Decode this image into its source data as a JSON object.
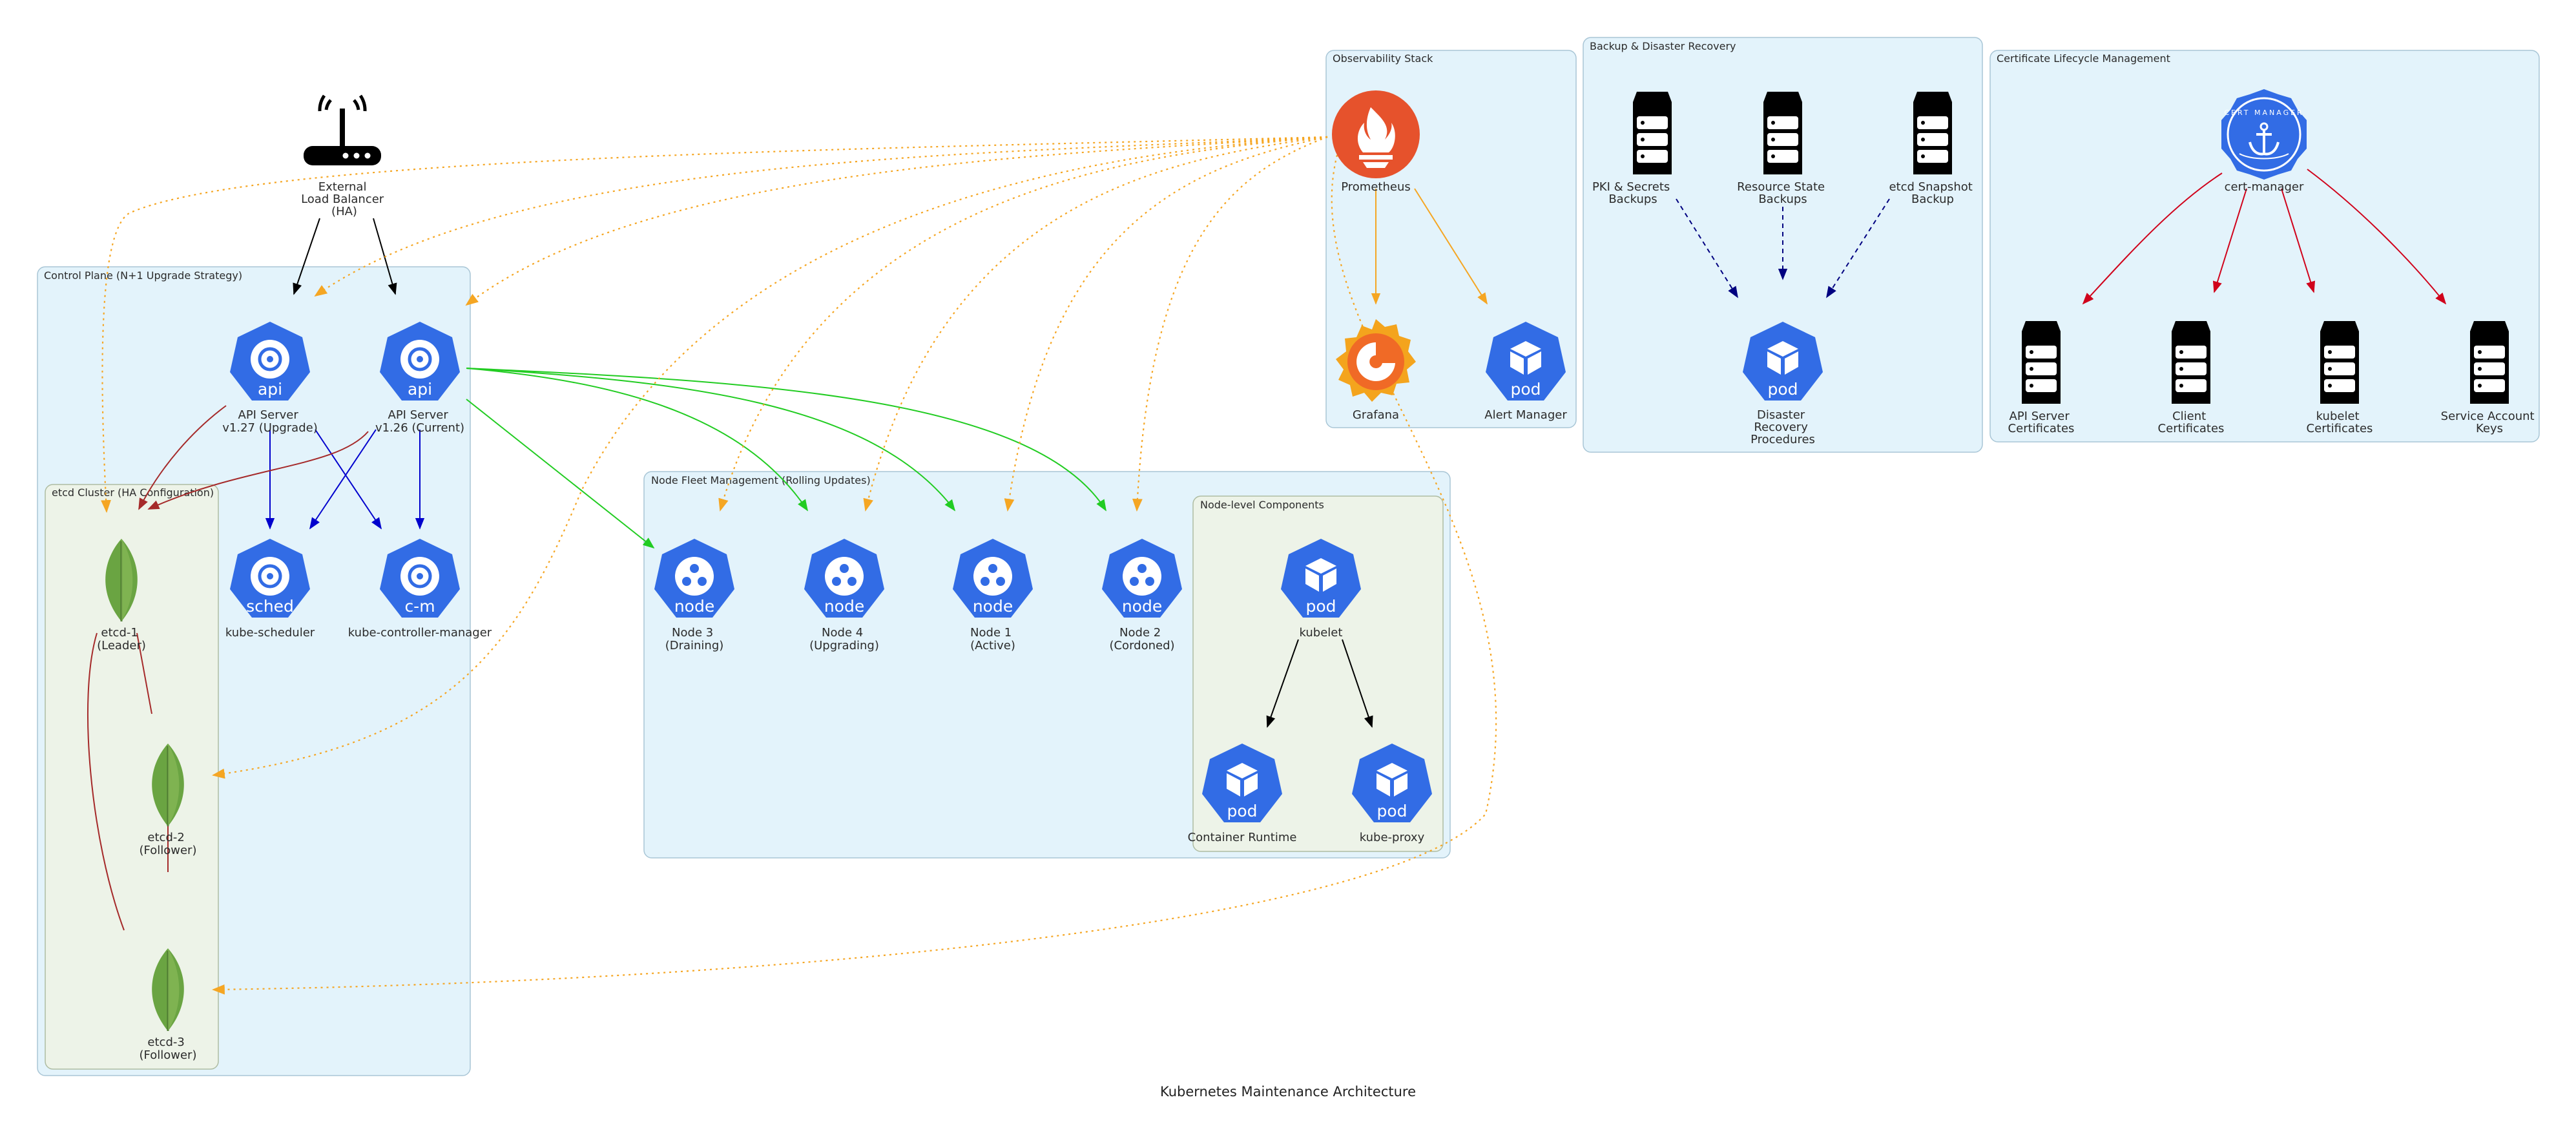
{
  "title": "Kubernetes Maintenance Architecture",
  "clusters": {
    "control_plane": "Control Plane (N+1 Upgrade Strategy)",
    "etcd": "etcd Cluster (HA Configuration)",
    "node_fleet": "Node Fleet Management (Rolling Updates)",
    "node_components": "Node-level Components",
    "observability": "Observability Stack",
    "backup": "Backup & Disaster Recovery",
    "certs": "Certificate Lifecycle Management"
  },
  "nodes": {
    "lb": {
      "lines": [
        "External",
        "Load Balancer",
        "(HA)"
      ]
    },
    "api_new": {
      "lines": [
        "API Server",
        "v1.27 (Upgrade)"
      ],
      "badge": "api"
    },
    "api_cur": {
      "lines": [
        "API Server",
        "v1.26 (Current)"
      ],
      "badge": "api"
    },
    "scheduler": {
      "lines": [
        "kube-scheduler"
      ],
      "badge": "sched"
    },
    "cm": {
      "lines": [
        "kube-controller-manager"
      ],
      "badge": "c-m"
    },
    "etcd1": {
      "lines": [
        "etcd-1",
        "(Leader)"
      ]
    },
    "etcd2": {
      "lines": [
        "etcd-2",
        "(Follower)"
      ]
    },
    "etcd3": {
      "lines": [
        "etcd-3",
        "(Follower)"
      ]
    },
    "node3": {
      "lines": [
        "Node 3",
        "(Draining)"
      ],
      "badge": "node"
    },
    "node4": {
      "lines": [
        "Node 4",
        "(Upgrading)"
      ],
      "badge": "node"
    },
    "node1": {
      "lines": [
        "Node 1",
        "(Active)"
      ],
      "badge": "node"
    },
    "node2": {
      "lines": [
        "Node 2",
        "(Cordoned)"
      ],
      "badge": "node"
    },
    "kubelet": {
      "lines": [
        "kubelet"
      ],
      "badge": "pod"
    },
    "runtime": {
      "lines": [
        "Container Runtime"
      ],
      "badge": "pod"
    },
    "proxy": {
      "lines": [
        "kube-proxy"
      ],
      "badge": "pod"
    },
    "prometheus": {
      "lines": [
        "Prometheus"
      ]
    },
    "grafana": {
      "lines": [
        "Grafana"
      ]
    },
    "alert": {
      "lines": [
        "Alert Manager"
      ],
      "badge": "pod"
    },
    "pki": {
      "lines": [
        "PKI & Secrets",
        "Backups"
      ]
    },
    "resource": {
      "lines": [
        "Resource State",
        "Backups"
      ]
    },
    "etcdsnap": {
      "lines": [
        "etcd Snapshot",
        "Backup"
      ]
    },
    "dr": {
      "lines": [
        "Disaster",
        "Recovery",
        "Procedures"
      ],
      "badge": "pod"
    },
    "certmgr": {
      "lines": [
        "cert-manager"
      ],
      "logo_text": "CERT MANAGER"
    },
    "apicert": {
      "lines": [
        "API Server",
        "Certificates"
      ]
    },
    "clientcert": {
      "lines": [
        "Client",
        "Certificates"
      ]
    },
    "kubeletcert": {
      "lines": [
        "kubelet",
        "Certificates"
      ]
    },
    "sakeys": {
      "lines": [
        "Service Account",
        "Keys"
      ]
    }
  },
  "colors": {
    "cluster_blue": "#e3f3fb",
    "cluster_green": "#edf3e8",
    "k8s_blue": "#326ce5",
    "edge_black": "#000000",
    "edge_blue": "#0000cd",
    "edge_darkred": "#a52a2a",
    "edge_green": "#22cc22",
    "edge_orange": "#f5a623",
    "edge_navy": "#000080",
    "edge_red": "#d0021b",
    "prometheus": "#e6522c",
    "etcd_green": "#6aa442"
  },
  "icons": {
    "k8s": "kubernetes-hexagon-icon",
    "server": "server-stack-icon",
    "etcd": "leaf-icon",
    "router": "router-icon"
  }
}
